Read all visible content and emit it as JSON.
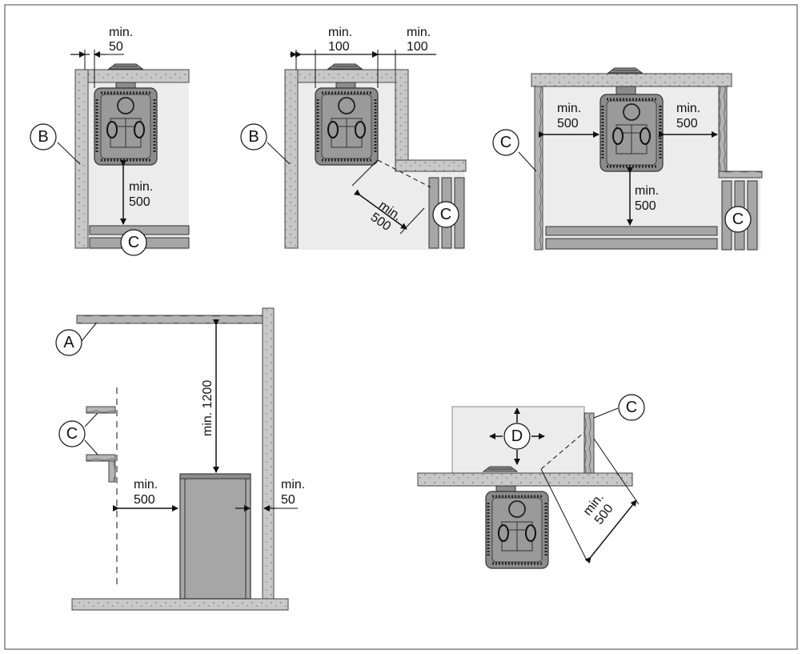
{
  "colors": {
    "stone": "#c8c8c8",
    "stone_dot": "#8a8a8a",
    "room": "#ececec",
    "stove": "#8c8c8c",
    "stove_dark": "#5f5f5f",
    "bench": "#a6a6a6",
    "ink": "#111111",
    "frame": "#444444"
  },
  "callouts": {
    "a": "A",
    "b": "B",
    "c": "C",
    "d": "D"
  },
  "dimensions": {
    "min": "min.",
    "v50": "50",
    "v100": "100",
    "v500": "500",
    "v1200": "min. 1200"
  }
}
